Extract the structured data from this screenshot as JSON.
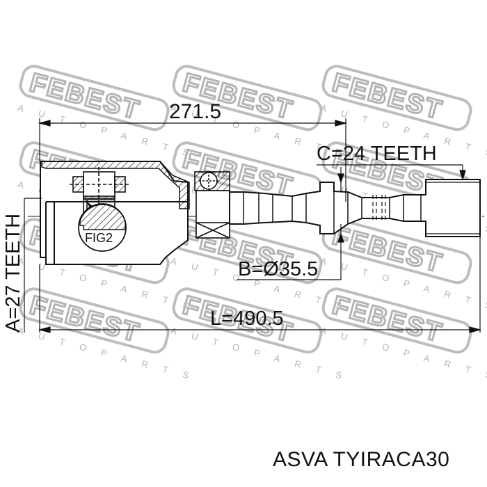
{
  "diagram": {
    "type": "technical-drawing",
    "subject": "inner CV joint drive shaft",
    "watermark": {
      "brand": "FEBEST",
      "tagline": "AUTO PARTS",
      "color": "#b4b4b4"
    },
    "dimensions": {
      "length_to_spline": "271.5",
      "spline_outer": "C=24 TEETH",
      "spline_inner": "A=27 TEETH",
      "diameter": "B=Ø35.5",
      "total_length": "L=490.5"
    },
    "callout": "FIG2",
    "line_color": "#111111"
  },
  "caption": {
    "text": "ASVA TYIRACA30"
  }
}
